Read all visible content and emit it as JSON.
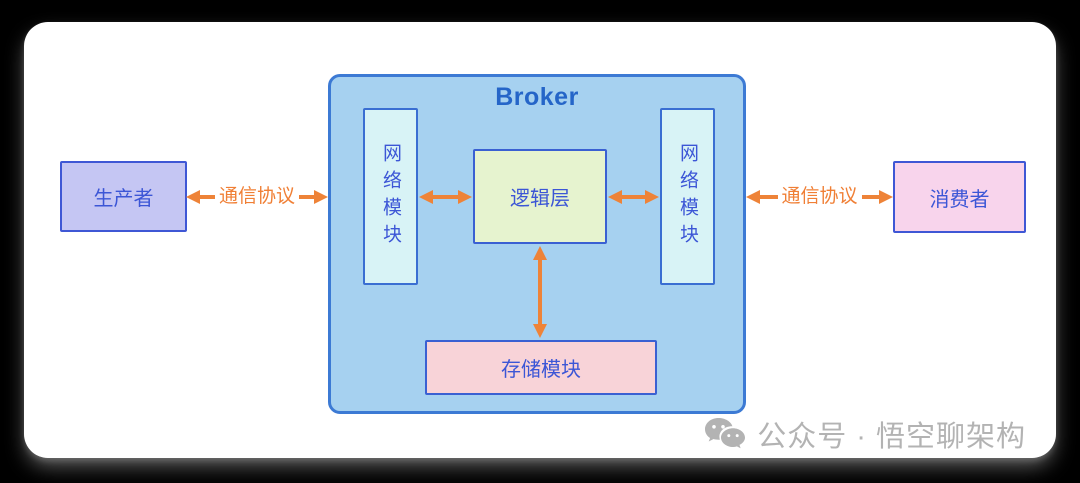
{
  "canvas": {
    "background": "#000000",
    "card_background": "#ffffff"
  },
  "diagram": {
    "producer": {
      "label": "生产者"
    },
    "consumer": {
      "label": "消费者"
    },
    "broker": {
      "title": "Broker",
      "network_module_left": {
        "label": "网络模块"
      },
      "network_module_right": {
        "label": "网络模块"
      },
      "logic_layer": {
        "label": "逻辑层"
      },
      "storage_module": {
        "label": "存储模块"
      }
    },
    "links": {
      "producer_broker": {
        "label": "通信协议"
      },
      "broker_consumer": {
        "label": "通信协议"
      }
    },
    "colors": {
      "broker_fill": "#a6d1f0",
      "broker_border": "#3c7ad4",
      "network_fill": "#d8f3f6",
      "logic_fill": "#e6f3cf",
      "storage_fill": "#f8d3d8",
      "producer_fill": "#c5c6f3",
      "consumer_fill": "#f8d4ec",
      "box_border_blue": "#3a60d2",
      "label_text_blue": "#3c56d6",
      "broker_title_blue": "#2565c8",
      "arrow_orange": "#ee8338",
      "watermark_gray": "#b3b3b3"
    }
  },
  "watermark": {
    "text": "公众号 · 悟空聊架构"
  }
}
